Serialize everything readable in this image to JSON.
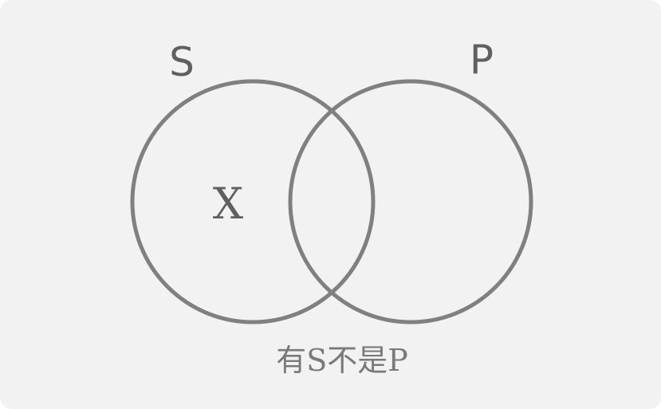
{
  "diagram": {
    "set_s_label": "S",
    "set_p_label": "P",
    "member_label": "X",
    "caption": "有S不是P"
  },
  "colors": {
    "background": "#f2f2f2",
    "circle_stroke": "#808080",
    "label_text": "#606060",
    "caption_text": "#7a7a7a"
  }
}
